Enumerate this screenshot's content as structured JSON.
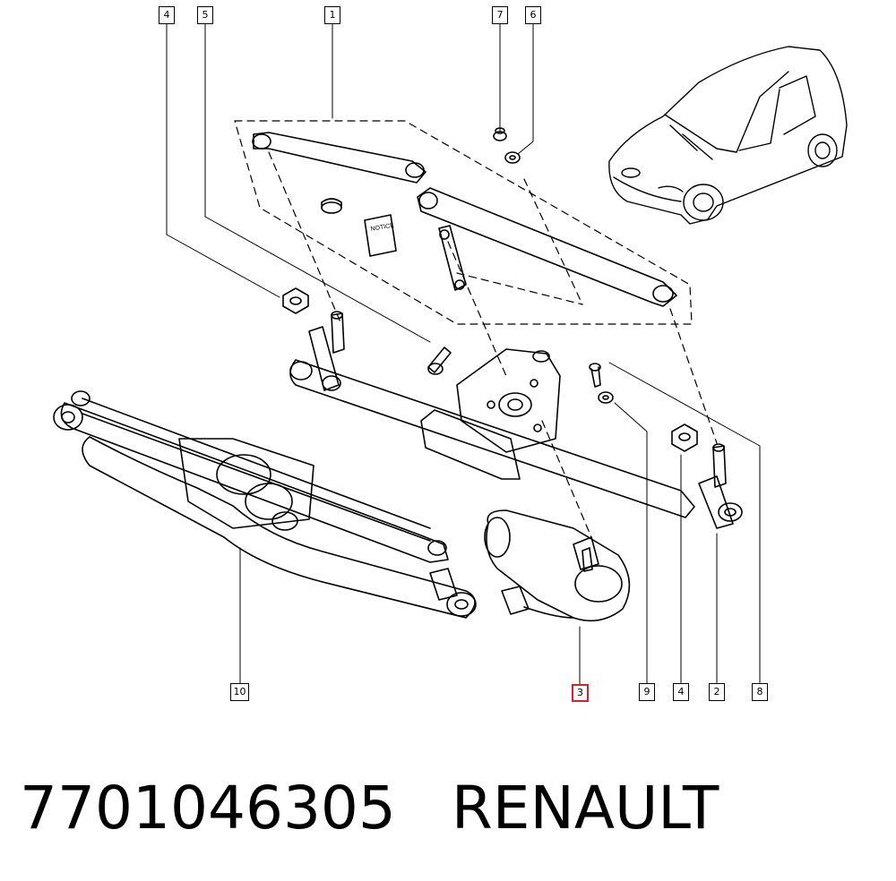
{
  "callouts": {
    "top": [
      "4",
      "5",
      "1",
      "7",
      "6"
    ],
    "bottom": [
      "10",
      "3",
      "9",
      "4",
      "2",
      "8"
    ],
    "highlighted": "3"
  },
  "notice_label": "NOTICE",
  "caption": {
    "part_number": "7701046305",
    "brand": "RENAULT"
  },
  "colors": {
    "highlight": "#d8202a",
    "line": "#000000"
  }
}
